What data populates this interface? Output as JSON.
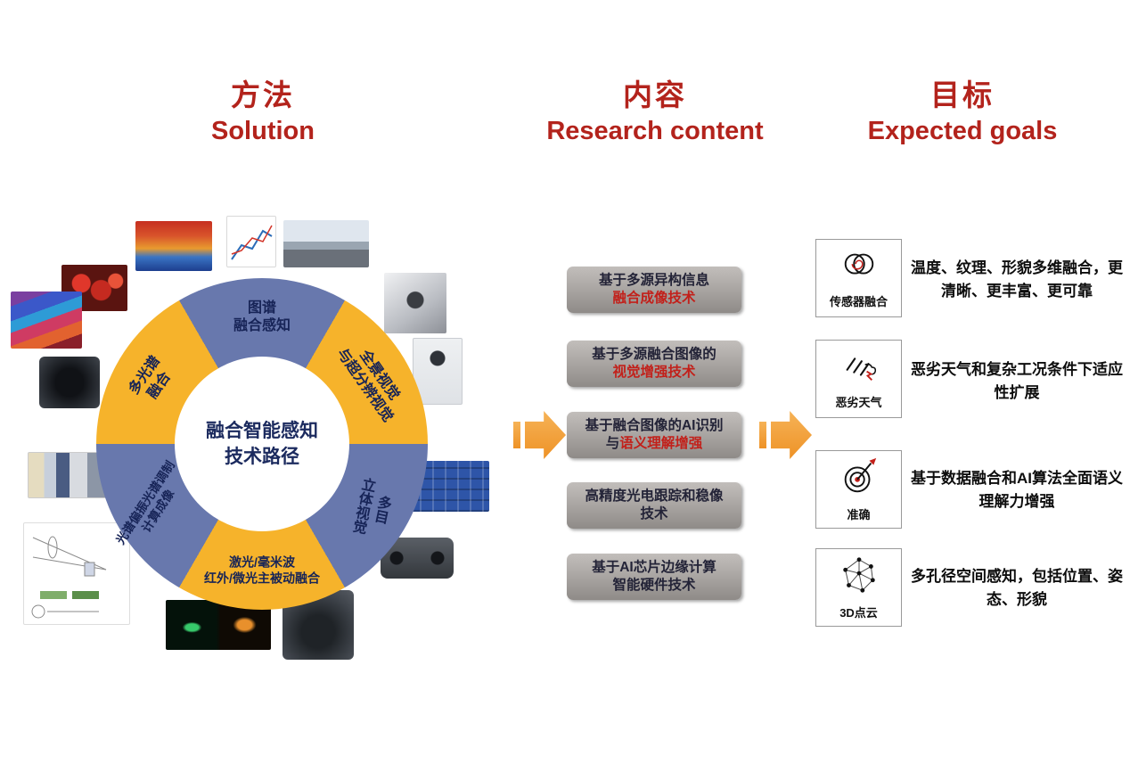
{
  "colors": {
    "accent_red": "#b3231c",
    "highlight_red": "#c2201a",
    "segment_blue": "#6878ad",
    "segment_yellow": "#f6b32b",
    "arrow_orange": "#ee9226",
    "box_gray": "#a29e9b",
    "text_navy": "#1b2a5e"
  },
  "headers": {
    "solution_zh": "方法",
    "solution_en": "Solution",
    "content_zh": "内容",
    "content_en": "Research content",
    "goals_zh": "目标",
    "goals_en": "Expected goals"
  },
  "donut": {
    "center_line1": "融合智能感知",
    "center_line2": "技术路径",
    "segments": {
      "top": {
        "line1": "图谱",
        "line2": "融合感知"
      },
      "upper_right": {
        "line1": "全景视觉",
        "line2": "与超分辨视觉"
      },
      "lower_right": {
        "line1": "多目",
        "line2": "立体视觉"
      },
      "bottom": {
        "line1": "激光/毫米波",
        "line2": "红外/微光主被动融合"
      },
      "lower_left": {
        "line1": "光谱偏振光谱调制",
        "line2": "计算成像"
      },
      "upper_left": {
        "line1": "多光谱",
        "line2": "融合"
      }
    }
  },
  "figures": {
    "thumbnails": [
      "multispectral-fruit-cube",
      "spectral-response-chart",
      "panorama-street-photo",
      "multi-camera-cube",
      "ptz-white-camera",
      "fused-blue-scene",
      "stereo-camera",
      "gimbal-camera",
      "thermal-image-pair",
      "optical-path-diagram",
      "lens-module-diagram",
      "black-lens-camera",
      "spectral-layer-stack",
      "red-berries-photo"
    ],
    "arrows": [
      "flow-arrow-left",
      "flow-arrow-right"
    ]
  },
  "research": {
    "boxes": [
      {
        "line1": "基于多源异构信息",
        "line2": "融合成像技术"
      },
      {
        "line1": "基于多源融合图像的",
        "line2": "视觉增强技术"
      },
      {
        "line1": "基于融合图像的AI识别",
        "line2_dark": "与",
        "line2_red": "语义理解增强"
      },
      {
        "line1": "高精度光电跟踪和稳像",
        "line2": "技术"
      },
      {
        "line1": "基于AI芯片边缘计算",
        "line2": "智能硬件技术"
      }
    ]
  },
  "goals": [
    {
      "icon": "sensor-fusion-icon",
      "label": "传感器融合",
      "desc": "温度、纹理、形貌多维融合，更清晰、更丰富、更可靠"
    },
    {
      "icon": "bad-weather-icon",
      "label": "恶劣天气",
      "desc": "恶劣天气和复杂工况条件下适应性扩展"
    },
    {
      "icon": "target-accuracy-icon",
      "label": "准确",
      "desc": "基于数据融合和AI算法全面语义理解力增强"
    },
    {
      "icon": "point-cloud-icon",
      "label": "3D点云",
      "desc": "多孔径空间感知，包括位置、姿态、形貌"
    }
  ]
}
